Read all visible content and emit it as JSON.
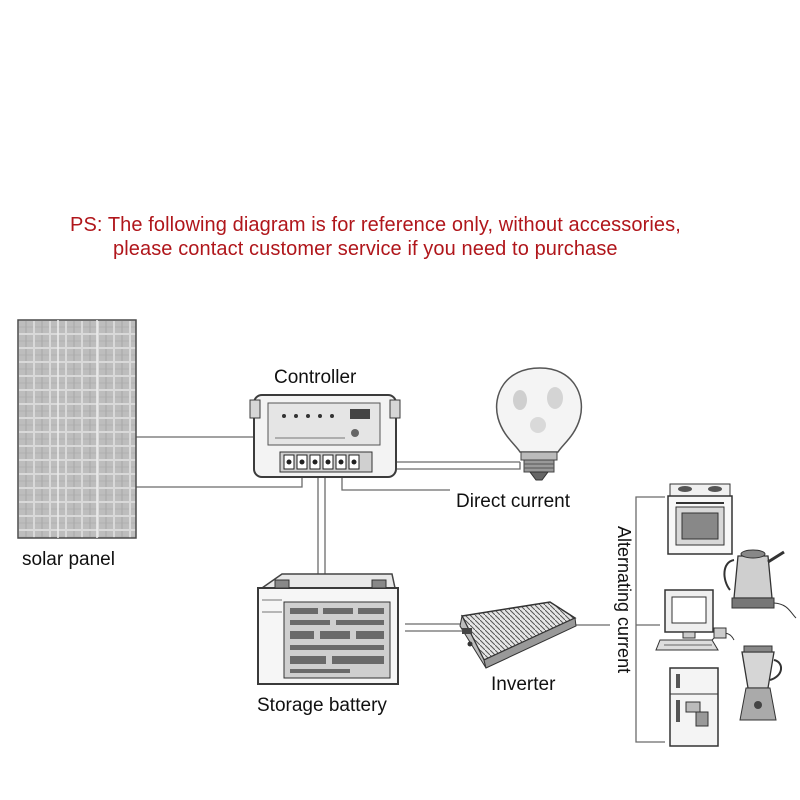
{
  "note": {
    "line1": "PS: The following diagram is for reference only, without accessories,",
    "line2": "please contact customer service if you need to purchase",
    "color": "#b0161b"
  },
  "components": {
    "solar_panel": "solar panel",
    "controller": "Controller",
    "storage_battery": "Storage battery",
    "inverter": "Inverter"
  },
  "flows": {
    "direct_current": "Direct current",
    "alternating_current": "Alternating current"
  },
  "loads": [
    "light-bulb-icon",
    "stove-oven-icon",
    "electric-kettle-icon",
    "computer-icon",
    "refrigerator-icon",
    "blender-icon"
  ]
}
